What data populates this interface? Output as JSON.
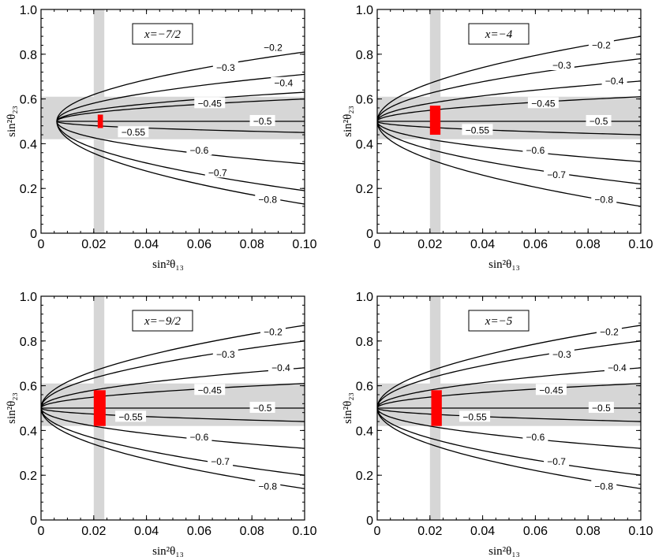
{
  "chart_data": [
    {
      "type": "line",
      "annotation": "x=−7/2",
      "xlabel": "sin²θ₁₃",
      "ylabel": "sin²θ₂₃",
      "xlim": [
        0,
        0.1
      ],
      "ylim": [
        0,
        1.0
      ],
      "xticks": [
        "0",
        "0.02",
        "0.04",
        "0.06",
        "0.08",
        "0.10"
      ],
      "yticks": [
        "0",
        "0.2",
        "0.4",
        "0.6",
        "0.8",
        "1.0"
      ],
      "grid": false,
      "bands": {
        "x_range": [
          0.02,
          0.024
        ],
        "y_range": [
          0.42,
          0.61
        ],
        "color": "#d6d6d6"
      },
      "contour_x_start": 0.006,
      "contours": [
        {
          "label": "−0.2",
          "y_at_x_end": 0.81,
          "label_at": [
            0.088,
            0.83
          ]
        },
        {
          "label": "−0.3",
          "y_at_x_end": 0.71,
          "label_at": [
            0.07,
            0.74
          ]
        },
        {
          "label": "−0.4",
          "y_at_x_end": 0.63,
          "label_at": [
            0.092,
            0.67
          ]
        },
        {
          "label": "−0.45",
          "y_at_x_end": 0.6,
          "label_at": [
            0.064,
            0.58
          ]
        },
        {
          "label": "−0.5",
          "y_at_x_end": 0.5,
          "label_at": [
            0.084,
            0.5
          ]
        },
        {
          "label": "−0.55",
          "y_at_x_end": 0.45,
          "label_at": [
            0.035,
            0.45
          ]
        },
        {
          "label": "−0.6",
          "y_at_x_end": 0.31,
          "label_at": [
            0.06,
            0.37
          ]
        },
        {
          "label": "−0.7",
          "y_at_x_end": 0.19,
          "label_at": [
            0.067,
            0.27
          ]
        },
        {
          "label": "−0.8",
          "y_at_x_end": 0.13,
          "label_at": [
            0.086,
            0.15
          ]
        }
      ],
      "red_region": {
        "x_range": [
          0.0215,
          0.0235
        ],
        "y_range": [
          0.47,
          0.53
        ],
        "color": "#ff0000"
      }
    },
    {
      "type": "line",
      "annotation": "x=−4",
      "xlabel": "sin²θ₁₃",
      "ylabel": "sin²θ₂₃",
      "xlim": [
        0,
        0.1
      ],
      "ylim": [
        0,
        1.0
      ],
      "xticks": [
        "0",
        "0.02",
        "0.04",
        "0.06",
        "0.08",
        "0.10"
      ],
      "yticks": [
        "0",
        "0.2",
        "0.4",
        "0.6",
        "0.8",
        "1.0"
      ],
      "grid": false,
      "bands": {
        "x_range": [
          0.02,
          0.024
        ],
        "y_range": [
          0.42,
          0.61
        ],
        "color": "#d6d6d6"
      },
      "contour_x_start": 0.0,
      "contours": [
        {
          "label": "−0.2",
          "y_at_x_end": 0.88,
          "label_at": [
            0.085,
            0.84
          ]
        },
        {
          "label": "−0.3",
          "y_at_x_end": 0.78,
          "label_at": [
            0.07,
            0.75
          ]
        },
        {
          "label": "−0.4",
          "y_at_x_end": 0.68,
          "label_at": [
            0.09,
            0.68
          ]
        },
        {
          "label": "−0.45",
          "y_at_x_end": 0.61,
          "label_at": [
            0.063,
            0.58
          ]
        },
        {
          "label": "−0.5",
          "y_at_x_end": 0.5,
          "label_at": [
            0.084,
            0.5
          ]
        },
        {
          "label": "−0.55",
          "y_at_x_end": 0.44,
          "label_at": [
            0.038,
            0.46
          ]
        },
        {
          "label": "−0.6",
          "y_at_x_end": 0.32,
          "label_at": [
            0.06,
            0.37
          ]
        },
        {
          "label": "−0.7",
          "y_at_x_end": 0.22,
          "label_at": [
            0.068,
            0.26
          ]
        },
        {
          "label": "−0.8",
          "y_at_x_end": 0.12,
          "label_at": [
            0.086,
            0.15
          ]
        }
      ],
      "red_region": {
        "x_range": [
          0.02,
          0.024
        ],
        "y_range": [
          0.44,
          0.57
        ],
        "color": "#ff0000"
      }
    },
    {
      "type": "line",
      "annotation": "x=−9/2",
      "xlabel": "sin²θ₁₃",
      "ylabel": "sin²θ₂₃",
      "xlim": [
        0,
        0.1
      ],
      "ylim": [
        0,
        1.0
      ],
      "xticks": [
        "0",
        "0.02",
        "0.04",
        "0.06",
        "0.08",
        "0.10"
      ],
      "yticks": [
        "0",
        "0.2",
        "0.4",
        "0.6",
        "0.8",
        "1.0"
      ],
      "grid": false,
      "bands": {
        "x_range": [
          0.02,
          0.024
        ],
        "y_range": [
          0.42,
          0.61
        ],
        "color": "#d6d6d6"
      },
      "contour_x_start": 0.0,
      "contours": [
        {
          "label": "−0.2",
          "y_at_x_end": 0.87,
          "label_at": [
            0.088,
            0.84
          ]
        },
        {
          "label": "−0.3",
          "y_at_x_end": 0.8,
          "label_at": [
            0.07,
            0.74
          ]
        },
        {
          "label": "−0.4",
          "y_at_x_end": 0.68,
          "label_at": [
            0.091,
            0.68
          ]
        },
        {
          "label": "−0.45",
          "y_at_x_end": 0.61,
          "label_at": [
            0.064,
            0.58
          ]
        },
        {
          "label": "−0.5",
          "y_at_x_end": 0.5,
          "label_at": [
            0.084,
            0.5
          ]
        },
        {
          "label": "−0.55",
          "y_at_x_end": 0.44,
          "label_at": [
            0.034,
            0.46
          ]
        },
        {
          "label": "−0.6",
          "y_at_x_end": 0.32,
          "label_at": [
            0.06,
            0.37
          ]
        },
        {
          "label": "−0.7",
          "y_at_x_end": 0.2,
          "label_at": [
            0.068,
            0.26
          ]
        },
        {
          "label": "−0.8",
          "y_at_x_end": 0.14,
          "label_at": [
            0.086,
            0.15
          ]
        }
      ],
      "red_region": {
        "x_range": [
          0.02,
          0.0245
        ],
        "y_range": [
          0.42,
          0.58
        ],
        "color": "#ff0000"
      }
    },
    {
      "type": "line",
      "annotation": "x=−5",
      "xlabel": "sin²θ₁₃",
      "ylabel": "sin²θ₂₃",
      "xlim": [
        0,
        0.1
      ],
      "ylim": [
        0,
        1.0
      ],
      "xticks": [
        "0",
        "0.02",
        "0.04",
        "0.06",
        "0.08",
        "0.10"
      ],
      "yticks": [
        "0",
        "0.2",
        "0.4",
        "0.6",
        "0.8",
        "1.0"
      ],
      "grid": false,
      "bands": {
        "x_range": [
          0.02,
          0.024
        ],
        "y_range": [
          0.42,
          0.61
        ],
        "color": "#d6d6d6"
      },
      "contour_x_start": 0.0,
      "contours": [
        {
          "label": "−0.2",
          "y_at_x_end": 0.87,
          "label_at": [
            0.088,
            0.84
          ]
        },
        {
          "label": "−0.3",
          "y_at_x_end": 0.8,
          "label_at": [
            0.07,
            0.74
          ]
        },
        {
          "label": "−0.4",
          "y_at_x_end": 0.68,
          "label_at": [
            0.091,
            0.68
          ]
        },
        {
          "label": "−0.45",
          "y_at_x_end": 0.61,
          "label_at": [
            0.066,
            0.58
          ]
        },
        {
          "label": "−0.5",
          "y_at_x_end": 0.5,
          "label_at": [
            0.085,
            0.5
          ]
        },
        {
          "label": "−0.55",
          "y_at_x_end": 0.44,
          "label_at": [
            0.037,
            0.46
          ]
        },
        {
          "label": "−0.6",
          "y_at_x_end": 0.32,
          "label_at": [
            0.06,
            0.37
          ]
        },
        {
          "label": "−0.7",
          "y_at_x_end": 0.2,
          "label_at": [
            0.068,
            0.26
          ]
        },
        {
          "label": "−0.8",
          "y_at_x_end": 0.14,
          "label_at": [
            0.086,
            0.15
          ]
        }
      ],
      "red_region": {
        "x_range": [
          0.0205,
          0.0245
        ],
        "y_range": [
          0.42,
          0.58
        ],
        "color": "#ff0000"
      }
    }
  ]
}
